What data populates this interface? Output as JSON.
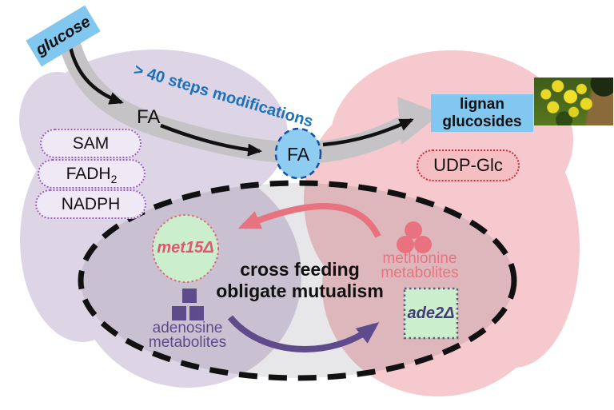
{
  "diagram": {
    "glucose": "glucose",
    "steps_annotation": "> 40 steps modifications",
    "fa_intermediate": "FA",
    "fa_node": "FA",
    "product": {
      "line1": "lignan",
      "line2": "glucosides"
    },
    "udp_glc": "UDP-Glc",
    "cofactors": {
      "sam": "SAM",
      "fadh_base": "FADH",
      "fadh_sub": "2",
      "nadph": "NADPH"
    },
    "mutualism": {
      "title_line1": "cross feeding",
      "title_line2": "obligate mutualism",
      "met_strain": "met15Δ",
      "ade_strain": "ade2Δ",
      "methionine": {
        "line1": "methionine",
        "line2": "metabolites"
      },
      "adenosine": {
        "line1": "adenosine",
        "line2": "metabolites"
      }
    },
    "icons": {
      "methionine_metabolites": "three-pink-dots-icon",
      "adenosine_metabolites": "three-purple-squares-icon",
      "plant_photo": "yellow-flowering-plant-photo"
    },
    "colors": {
      "label_blue_bg": "#82c7ef",
      "annotation_blue": "#1b72b8",
      "purple_blob": "#ddd5e6",
      "pink_blob": "#f5c9ce",
      "pink_accent": "#e8737f",
      "purple_accent": "#5e4b8b",
      "green_fill": "#cbeecd",
      "gray_band": "#c5c3c5",
      "met_text": "#e0566b",
      "ade_text": "#453c75"
    }
  }
}
